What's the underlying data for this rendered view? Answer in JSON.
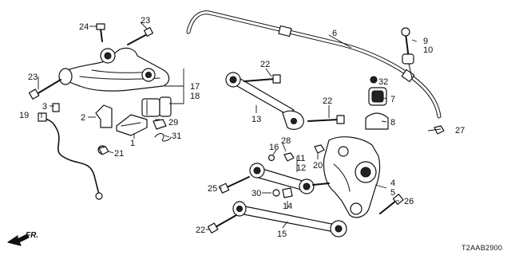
{
  "diagram": {
    "code": "T2AAB2900",
    "direction_label": "FR.",
    "callouts": [
      "1",
      "2",
      "3",
      "4",
      "5",
      "6",
      "7",
      "8",
      "9",
      "10",
      "11",
      "12",
      "13",
      "14",
      "15",
      "16",
      "17",
      "18",
      "19",
      "20",
      "21",
      "22",
      "23",
      "24",
      "25",
      "26",
      "27",
      "28",
      "29",
      "30",
      "31",
      "32"
    ],
    "stroke_color": "#111111",
    "background_color": "#ffffff"
  }
}
